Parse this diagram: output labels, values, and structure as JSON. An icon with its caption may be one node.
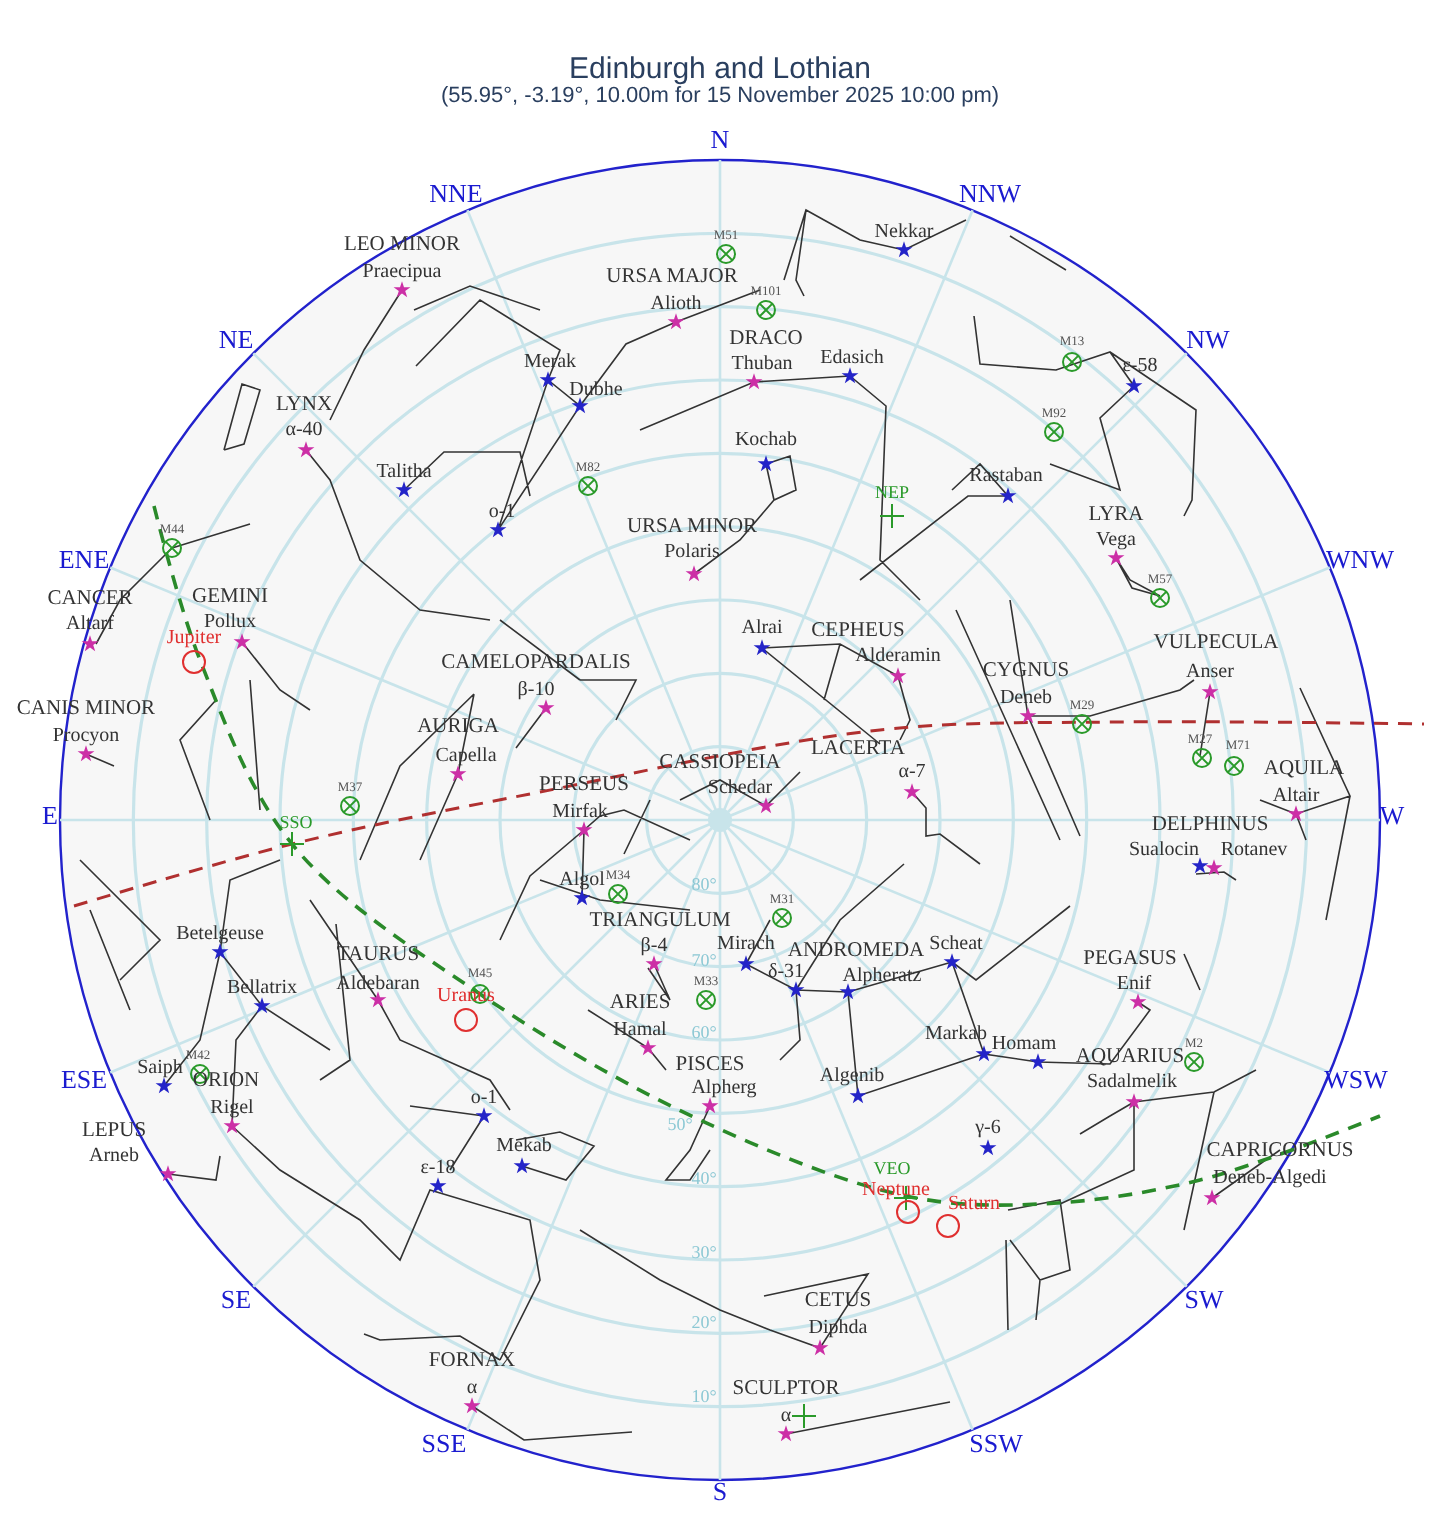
{
  "diagram": {
    "title": "Edinburgh and Lothian",
    "caption": "(55.95°, -3.19°, 10.00m for 15 November 2025 10:00 pm)",
    "labels": [
      "N",
      "NNE",
      "NNW",
      "M51",
      "Nekkar",
      "LEO MINOR",
      "URSA MAJOR",
      "Praecipua",
      "M101",
      "Alioth",
      "DRACO",
      "NE",
      "NW",
      "M13",
      "Edasich",
      "Merak",
      "Thuban",
      "ε-58",
      "Dubhe",
      "LYNX",
      "M92",
      "α-40",
      "Kochab",
      "Talitha",
      "M82",
      "Rastaban",
      "NEP",
      "o-1",
      "LYRA",
      "URSA MINOR",
      "M44",
      "Vega",
      "Polaris",
      "ENE",
      "WNW",
      "M57",
      "CANCER",
      "GEMINI",
      "Altarf",
      "Pollux",
      "Alrai",
      "CEPHEUS",
      "Jupiter",
      "VULPECULA",
      "Alderamin",
      "CAMELOPARDALIS",
      "CYGNUS",
      "Anser",
      "β-10",
      "CANIS MINOR",
      "Deneb",
      "M29",
      "AURIGA",
      "Procyon",
      "M27",
      "M71",
      "LACERTA",
      "Capella",
      "CASSIOPEIA",
      "AQUILA",
      "PERSEUS",
      "α-7",
      "M37",
      "Schedar",
      "Altair",
      "E",
      "Mirfak",
      "W",
      "SSO",
      "DELPHINUS",
      "Sualocin",
      "Rotanev",
      "Algol",
      "M34",
      "80°",
      "M31",
      "TRIANGULUM",
      "Betelgeuse",
      "Mirach",
      "Scheat",
      "β-4",
      "ANDROMEDA",
      "δ-31",
      "Alpheratz",
      "TAURUS",
      "PEGASUS",
      "M45",
      "70°",
      "Aldebaran",
      "M33",
      "Enif",
      "Bellatrix",
      "Uranus",
      "ARIES",
      "Markab",
      "Homam",
      "Hamal",
      "M2",
      "AQUARIUS",
      "M42",
      "60°",
      "Saiph",
      "PISCES",
      "Algenib",
      "ORION",
      "ESE",
      "WSW",
      "Sadalmelik",
      "o-1",
      "Alpherg",
      "Rigel",
      "50°",
      "γ-6",
      "LEPUS",
      "Mekab",
      "CAPRICORNUS",
      "Arneb",
      "VEO",
      "ε-18",
      "Neptune",
      "40°",
      "Deneb-Algedi",
      "Saturn",
      "30°",
      "SE",
      "SW",
      "CETUS",
      "20°",
      "Diphda",
      "FORNAX",
      "SCULPTOR",
      "α",
      "10°",
      "α",
      "SSE",
      "SSW",
      "S"
    ]
  }
}
